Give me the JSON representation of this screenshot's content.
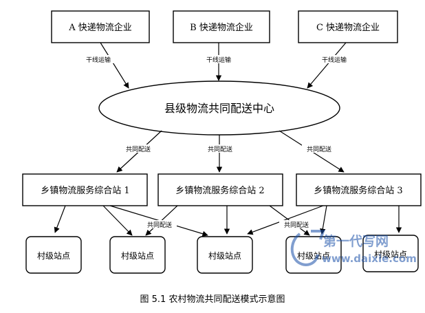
{
  "companies": [
    "A 快递物流企业",
    "B 快递物流企业",
    "C 快递物流企业"
  ],
  "trunk_label": "干线运输",
  "center": "县级物流共同配送中心",
  "joint_label": "共同配送",
  "stations": [
    "乡镇物流服务综合站 1",
    "乡镇物流服务综合站 2",
    "乡镇物流服务综合站 3"
  ],
  "villages": [
    "村级站点",
    "村级站点",
    "村级站点",
    "村级站点",
    "村级站点"
  ],
  "caption": "图 5.1  农村物流共同配送模式示意图",
  "watermark": {
    "brand": "第一代写网",
    "url": "www.daixie.com",
    "color": "#1a4fa8"
  }
}
